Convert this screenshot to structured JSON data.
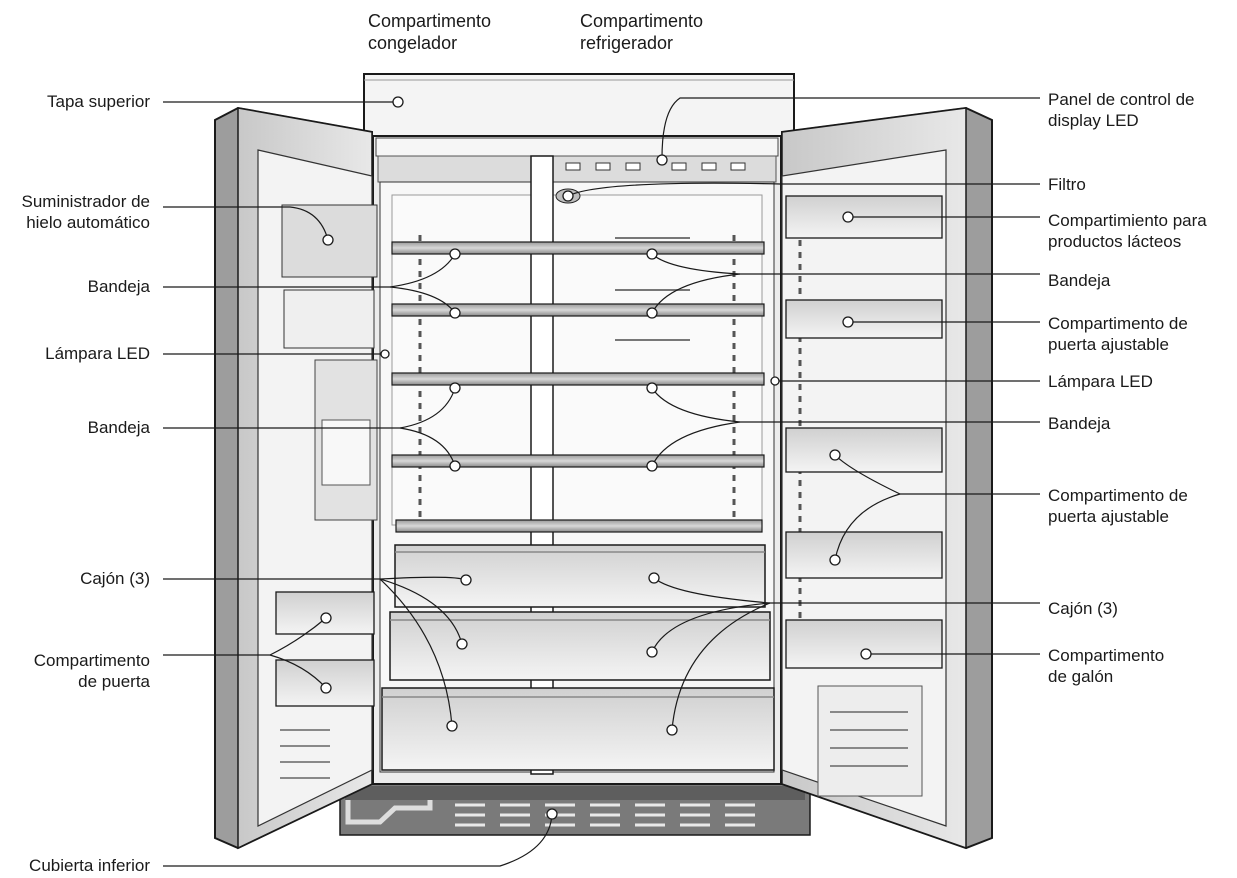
{
  "diagram": {
    "top_labels": {
      "freezer": [
        "Compartimento",
        "congelador"
      ],
      "fridge": [
        "Compartimento",
        "refrigerador"
      ]
    },
    "left_labels": {
      "top_cover": [
        "Tapa superior"
      ],
      "ice_dispenser": [
        "Suministrador de",
        "hielo automático"
      ],
      "shelf_1": [
        "Bandeja"
      ],
      "led_lamp": [
        "Lámpara LED"
      ],
      "shelf_2": [
        "Bandeja"
      ],
      "drawer": [
        "Cajón (3)"
      ],
      "door_bin": [
        "Compartimento",
        "de puerta"
      ],
      "bottom_cover": [
        "Cubierta inferior"
      ]
    },
    "right_labels": {
      "control_panel": [
        "Panel de control de",
        "display LED"
      ],
      "filter": [
        "Filtro"
      ],
      "dairy": [
        "Compartimiento para",
        "productos lácteos"
      ],
      "shelf_1": [
        "Bandeja"
      ],
      "adj_bin_1": [
        "Compartimento de",
        "puerta ajustable"
      ],
      "led_lamp": [
        "Lámpara LED"
      ],
      "shelf_2": [
        "Bandeja"
      ],
      "adj_bin_2": [
        "Compartimento de",
        "puerta ajustable"
      ],
      "drawer": [
        "Cajón (3)"
      ],
      "gallon": [
        "Compartimento",
        "de galón"
      ]
    },
    "colors": {
      "stroke": "#1a1a1a",
      "body_fill": "#e4e4e4",
      "panel_fill": "#f2f2f2",
      "shelf_fill": "#c9c9c9",
      "dark_fill": "#6a6a6a"
    }
  }
}
